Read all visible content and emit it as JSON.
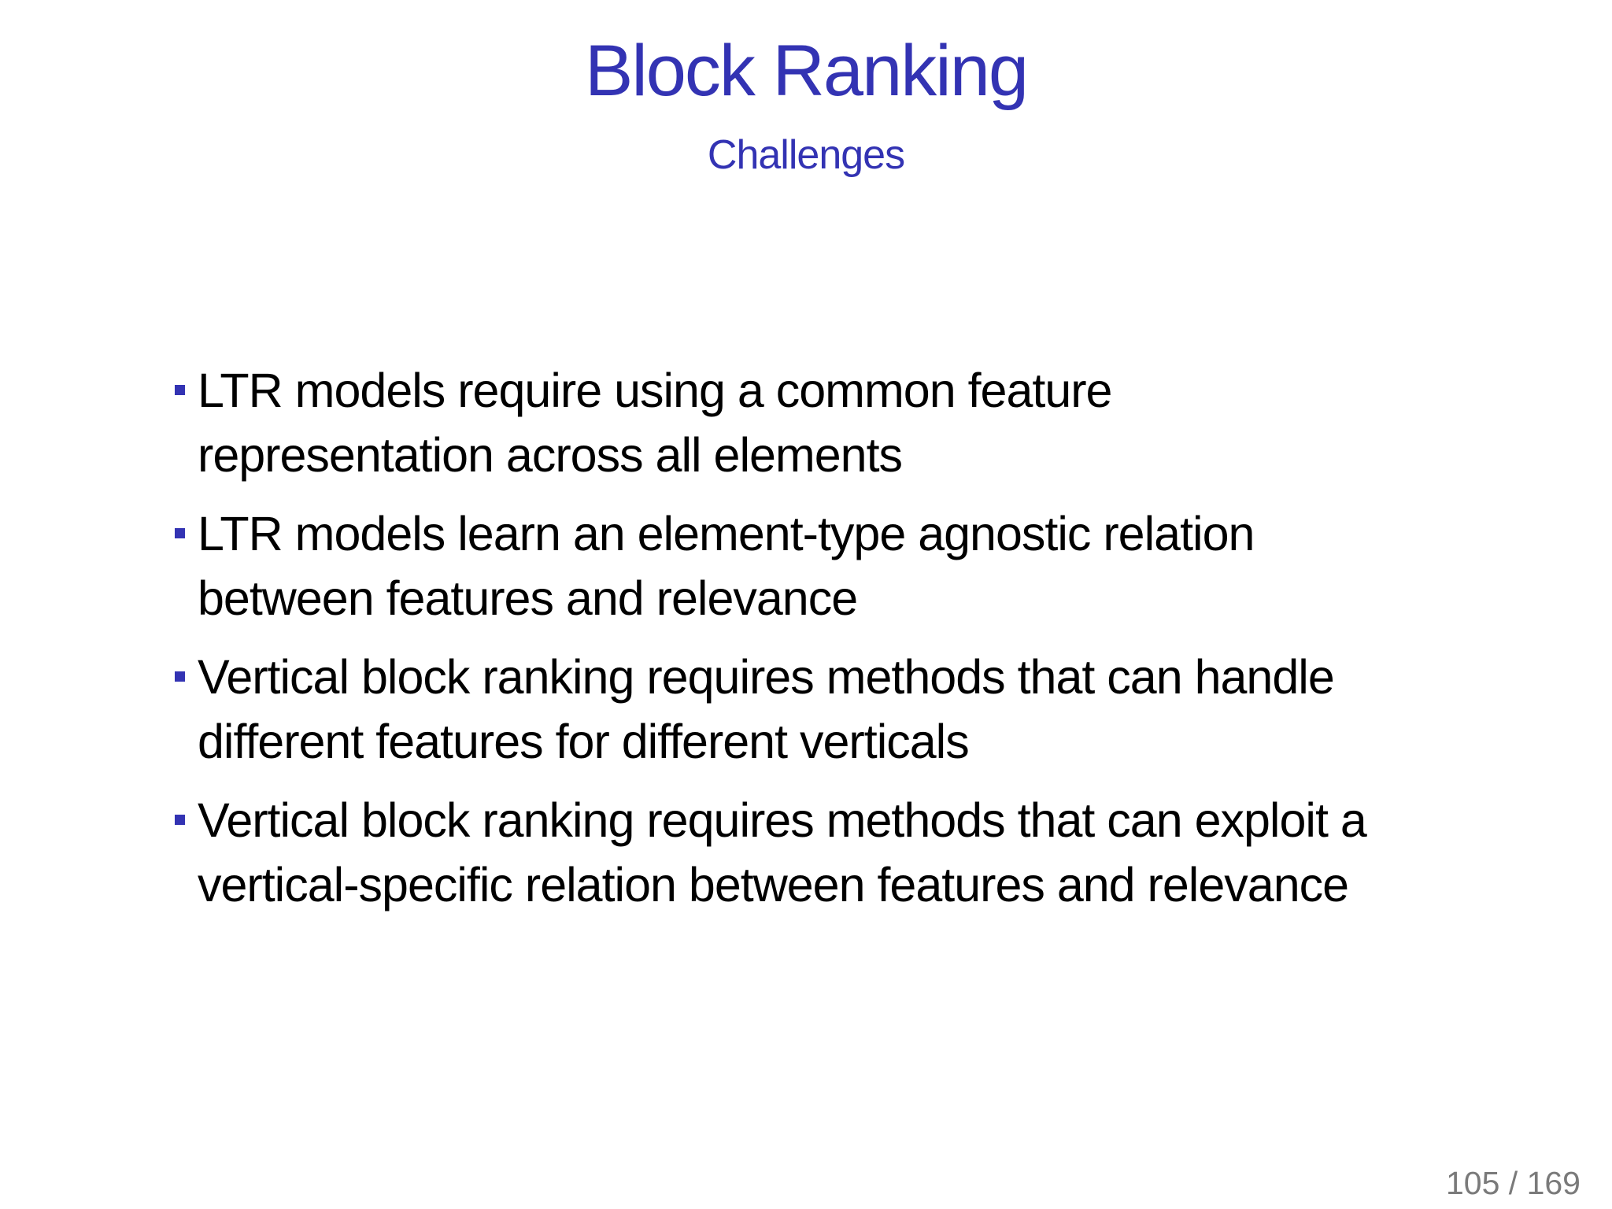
{
  "slide": {
    "title": "Block Ranking",
    "subtitle": "Challenges",
    "bullets": [
      {
        "lines": [
          "LTR models require using a common feature",
          "representation across all elements"
        ]
      },
      {
        "lines": [
          "LTR models learn an element-type agnostic relation",
          "between features and relevance"
        ]
      },
      {
        "lines": [
          "Vertical block ranking requires methods that can handle",
          "different features for different verticals"
        ]
      },
      {
        "lines": [
          "Vertical block ranking requires methods that can exploit a",
          "vertical-specific relation between features and relevance"
        ]
      }
    ],
    "page_indicator": "105 / 169",
    "colors": {
      "structure_blue": "#3333B3",
      "body_text": "#000000",
      "page_number_gray": "#7a7a7a"
    }
  }
}
